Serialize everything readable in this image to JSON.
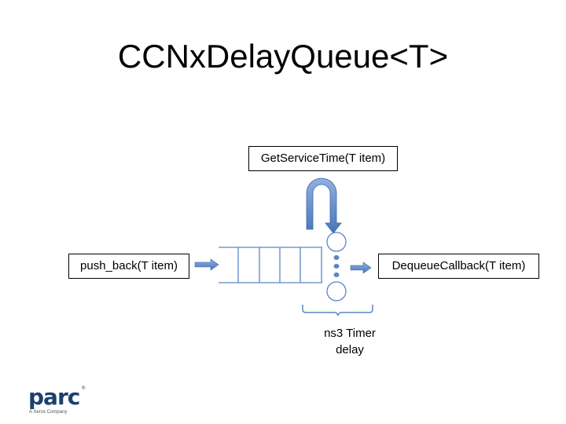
{
  "slide": {
    "title": "CCNxDelayQueue<T>"
  },
  "boxes": {
    "service_time": "GetServiceTime(T item)",
    "push_back": "push_back(T item)",
    "dequeue_callback": "DequeueCallback(T item)"
  },
  "queue": {
    "slots": 5
  },
  "timer": {
    "line1": "ns3 Timer",
    "line2": "delay"
  },
  "logo": {
    "word": "parc",
    "tagline": "A Xerox Company"
  },
  "colors": {
    "shape_stroke": "#5b86c5",
    "arrow_fill": "#5b86c5",
    "text": "#000000",
    "logo": "#1c3f6e"
  }
}
